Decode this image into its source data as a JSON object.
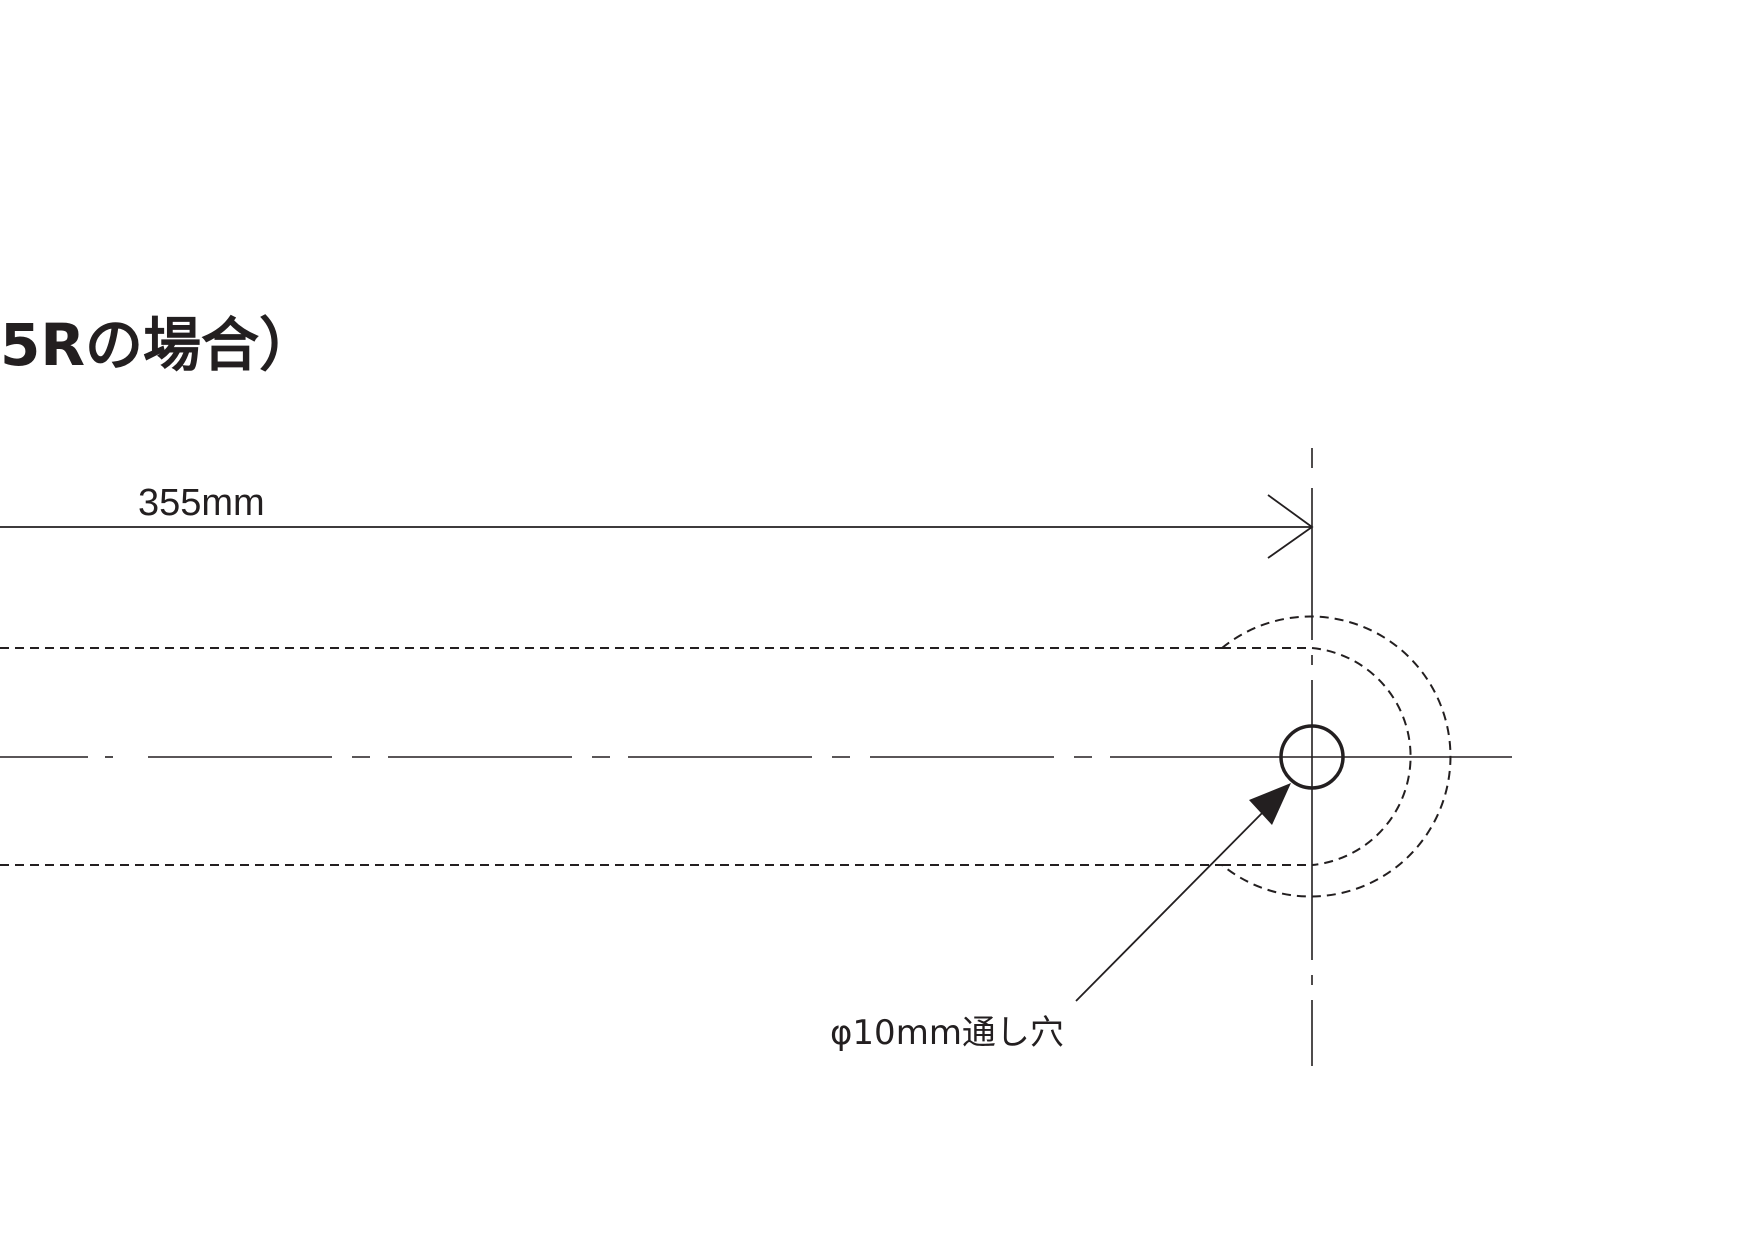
{
  "title": "5Rの場合）",
  "dimension": {
    "label": "355mm"
  },
  "hole_note": {
    "label": "φ10mm通し穴"
  },
  "colors": {
    "line": "#231f20",
    "background": "#ffffff"
  }
}
